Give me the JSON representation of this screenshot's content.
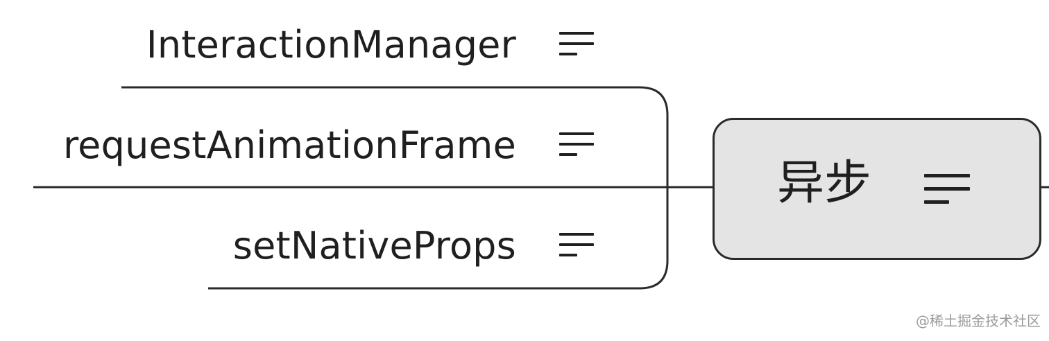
{
  "mindmap": {
    "central_topic": {
      "label": "异步",
      "note_icon": "notes-icon"
    },
    "branches": [
      {
        "label": "InteractionManager",
        "note_icon": "notes-icon"
      },
      {
        "label": "requestAnimationFrame",
        "note_icon": "notes-icon"
      },
      {
        "label": "setNativeProps",
        "note_icon": "notes-icon"
      }
    ]
  },
  "colors": {
    "line": "#2a2a2a",
    "central_fill": "#e4e4e4",
    "text": "#1f1f1f",
    "watermark": "#9a9a9a"
  },
  "watermark": {
    "text": "@稀土掘金技术社区"
  }
}
